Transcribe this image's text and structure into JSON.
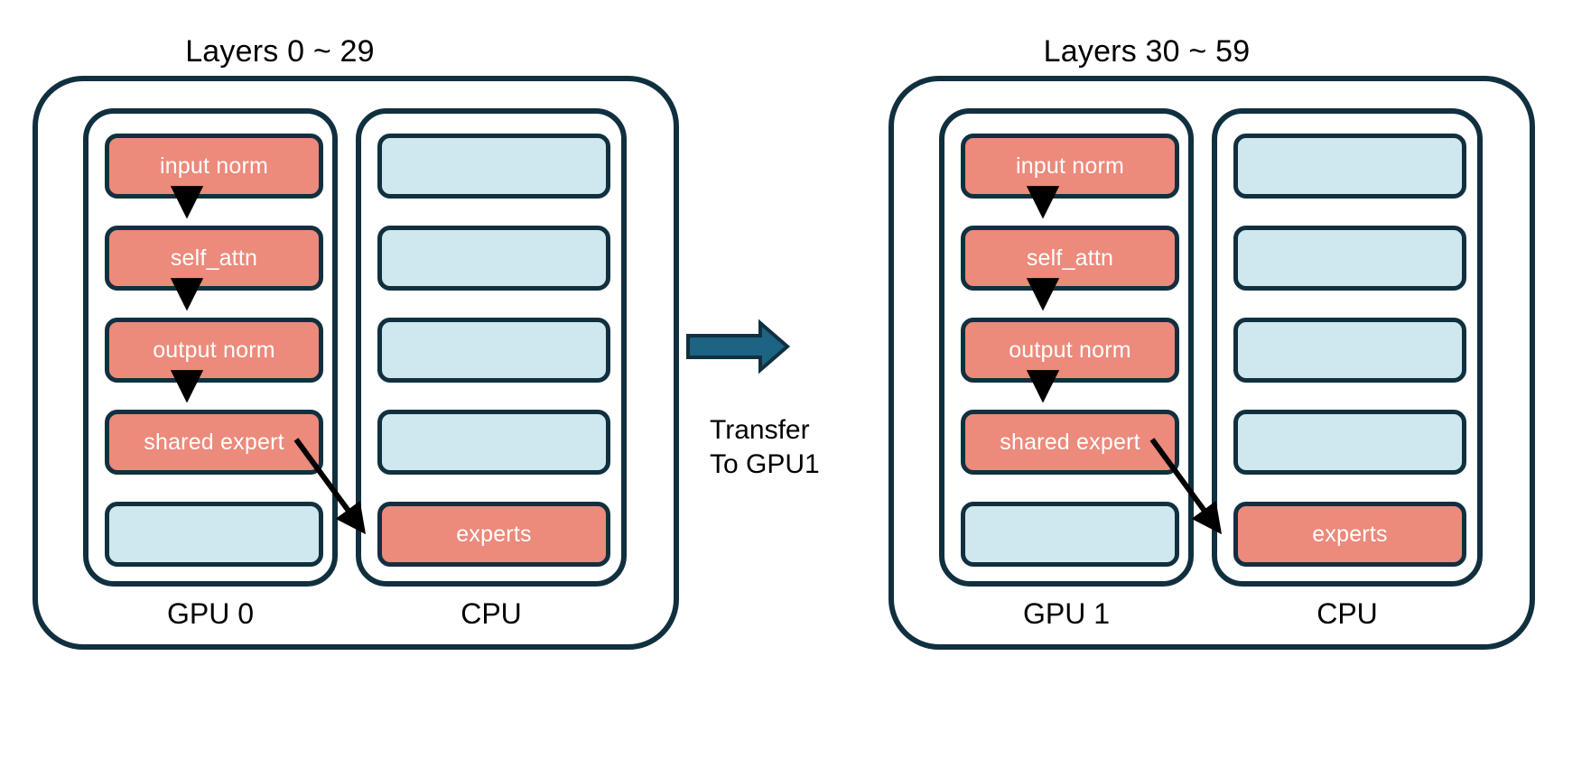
{
  "diagram": {
    "title_left": "Layers 0 ~ 29",
    "title_right": "Layers 30 ~ 59",
    "colors": {
      "outline": "#11303f",
      "active_block": "#ec8a7c",
      "idle_block": "#cfe7ee",
      "transfer_arrow": "#1d6383",
      "flow_arrow": "#000000",
      "background": "#ffffff",
      "block_text": "#ffffff",
      "label_text": "#000000"
    },
    "groups": [
      {
        "id": "group-left",
        "title": "Layers 0 ~ 29",
        "gpu": {
          "label": "GPU 0",
          "blocks": [
            {
              "label": "input norm",
              "state": "active"
            },
            {
              "label": "self_attn",
              "state": "active"
            },
            {
              "label": "output norm",
              "state": "active"
            },
            {
              "label": "shared expert",
              "state": "active"
            },
            {
              "label": "",
              "state": "idle"
            }
          ]
        },
        "cpu": {
          "label": "CPU",
          "blocks": [
            {
              "label": "",
              "state": "idle"
            },
            {
              "label": "",
              "state": "idle"
            },
            {
              "label": "",
              "state": "idle"
            },
            {
              "label": "",
              "state": "idle"
            },
            {
              "label": "experts",
              "state": "active"
            }
          ]
        },
        "offload_arrow": {
          "from": "shared expert",
          "to": "experts"
        }
      },
      {
        "id": "group-right",
        "title": "Layers 30 ~ 59",
        "gpu": {
          "label": "GPU 1",
          "blocks": [
            {
              "label": "input norm",
              "state": "active"
            },
            {
              "label": "self_attn",
              "state": "active"
            },
            {
              "label": "output norm",
              "state": "active"
            },
            {
              "label": "shared expert",
              "state": "active"
            },
            {
              "label": "",
              "state": "idle"
            }
          ]
        },
        "cpu": {
          "label": "CPU",
          "blocks": [
            {
              "label": "",
              "state": "idle"
            },
            {
              "label": "",
              "state": "idle"
            },
            {
              "label": "",
              "state": "idle"
            },
            {
              "label": "",
              "state": "idle"
            },
            {
              "label": "experts",
              "state": "active"
            }
          ]
        },
        "offload_arrow": {
          "from": "shared expert",
          "to": "experts"
        }
      }
    ],
    "transfer": {
      "line1": "Transfer",
      "line2": "To GPU1",
      "direction": "left-to-right"
    },
    "flow_sequence": [
      "input norm",
      "self_attn",
      "output norm",
      "shared expert"
    ]
  }
}
